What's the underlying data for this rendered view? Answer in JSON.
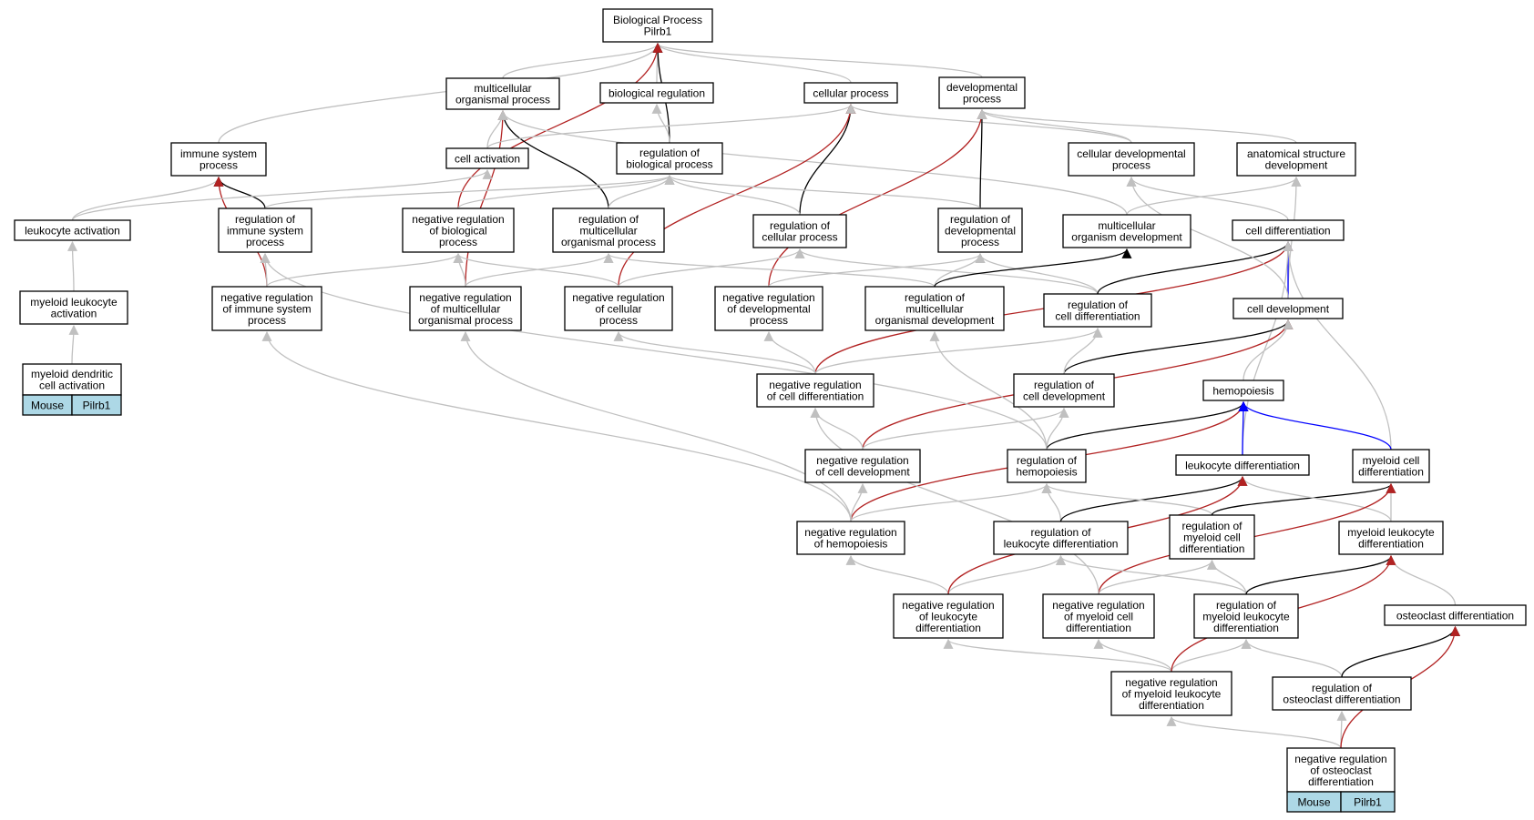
{
  "root": {
    "lines": [
      "Biological Process",
      "Pilrb1"
    ]
  },
  "terms": {
    "multicellular_organismal_process": [
      "multicellular",
      "organismal process"
    ],
    "biological_regulation": [
      "biological regulation"
    ],
    "cellular_process": [
      "cellular process"
    ],
    "developmental_process": [
      "developmental",
      "process"
    ],
    "immune_system_process": [
      "immune system",
      "process"
    ],
    "cell_activation": [
      "cell activation"
    ],
    "regulation_of_biological_process": [
      "regulation of",
      "biological process"
    ],
    "cellular_developmental_process": [
      "cellular developmental",
      "process"
    ],
    "anatomical_structure_development": [
      "anatomical structure",
      "development"
    ],
    "leukocyte_activation": [
      "leukocyte activation"
    ],
    "regulation_of_immune_system_process": [
      "regulation of",
      "immune system",
      "process"
    ],
    "negative_regulation_of_biological_process": [
      "negative regulation",
      "of biological",
      "process"
    ],
    "regulation_of_multicellular_organismal_process": [
      "regulation of",
      "multicellular",
      "organismal process"
    ],
    "regulation_of_cellular_process": [
      "regulation of",
      "cellular process"
    ],
    "regulation_of_developmental_process": [
      "regulation of",
      "developmental",
      "process"
    ],
    "multicellular_organism_development": [
      "multicellular",
      "organism development"
    ],
    "cell_differentiation": [
      "cell differentiation"
    ],
    "myeloid_leukocyte_activation": [
      "myeloid leukocyte",
      "activation"
    ],
    "negative_regulation_of_immune_system_process": [
      "negative regulation",
      "of immune system",
      "process"
    ],
    "negative_regulation_of_multicellular_organismal_process": [
      "negative regulation",
      "of multicellular",
      "organismal process"
    ],
    "negative_regulation_of_cellular_process": [
      "negative regulation",
      "of cellular",
      "process"
    ],
    "negative_regulation_of_developmental_process": [
      "negative regulation",
      "of developmental",
      "process"
    ],
    "regulation_of_multicellular_organismal_development": [
      "regulation of",
      "multicellular",
      "organismal development"
    ],
    "regulation_of_cell_differentiation": [
      "regulation of",
      "cell differentiation"
    ],
    "cell_development": [
      "cell development"
    ],
    "myeloid_dendritic_cell_activation": [
      "myeloid dendritic",
      "cell activation"
    ],
    "negative_regulation_of_cell_differentiation": [
      "negative regulation",
      "of cell differentiation"
    ],
    "regulation_of_cell_development": [
      "regulation of",
      "cell development"
    ],
    "hemopoiesis": [
      "hemopoiesis"
    ],
    "negative_regulation_of_cell_development": [
      "negative regulation",
      "of cell development"
    ],
    "regulation_of_hemopoiesis": [
      "regulation of",
      "hemopoiesis"
    ],
    "leukocyte_differentiation": [
      "leukocyte differentiation"
    ],
    "myeloid_cell_differentiation": [
      "myeloid cell",
      "differentiation"
    ],
    "negative_regulation_of_hemopoiesis": [
      "negative regulation",
      "of hemopoiesis"
    ],
    "regulation_of_leukocyte_differentiation": [
      "regulation of",
      "leukocyte differentiation"
    ],
    "regulation_of_myeloid_cell_differentiation": [
      "regulation of",
      "myeloid cell",
      "differentiation"
    ],
    "myeloid_leukocyte_differentiation": [
      "myeloid leukocyte",
      "differentiation"
    ],
    "negative_regulation_of_leukocyte_differentiation": [
      "negative regulation",
      "of leukocyte",
      "differentiation"
    ],
    "negative_regulation_of_myeloid_cell_differentiation": [
      "negative regulation",
      "of myeloid cell",
      "differentiation"
    ],
    "regulation_of_myeloid_leukocyte_differentiation": [
      "regulation of",
      "myeloid leukocyte",
      "differentiation"
    ],
    "osteoclast_differentiation": [
      "osteoclast differentiation"
    ],
    "negative_regulation_of_myeloid_leukocyte_differentiation": [
      "negative regulation",
      "of myeloid leukocyte",
      "differentiation"
    ],
    "regulation_of_osteoclast_differentiation": [
      "regulation of",
      "osteoclast differentiation"
    ],
    "negative_regulation_of_osteoclast_differentiation": [
      "negative regulation",
      "of osteoclast",
      "differentiation"
    ]
  },
  "annotations": {
    "myeloid_dendritic_cell_activation": [
      "Mouse",
      "Pilrb1"
    ],
    "negative_regulation_of_osteoclast_differentiation": [
      "Mouse",
      "Pilrb1"
    ]
  },
  "edge_colors": {
    "is_a": "#c0c0c0",
    "regulates": "#000000",
    "negatively_regulates": "#b22222",
    "part_of": "#0000ff"
  },
  "edges": [
    [
      "multicellular_organismal_process",
      "root",
      "is_a"
    ],
    [
      "biological_regulation",
      "root",
      "is_a"
    ],
    [
      "cellular_process",
      "root",
      "is_a"
    ],
    [
      "developmental_process",
      "root",
      "is_a"
    ],
    [
      "immune_system_process",
      "root",
      "is_a"
    ],
    [
      "regulation_of_biological_process",
      "root",
      "regulates"
    ],
    [
      "negative_regulation_of_biological_process",
      "root",
      "negatively_regulates"
    ],
    [
      "regulation_of_biological_process",
      "biological_regulation",
      "is_a"
    ],
    [
      "regulation_of_multicellular_organismal_process",
      "multicellular_organismal_process",
      "regulates"
    ],
    [
      "negative_regulation_of_multicellular_organismal_process",
      "multicellular_organismal_process",
      "negatively_regulates"
    ],
    [
      "cell_activation",
      "multicellular_organismal_process",
      "is_a"
    ],
    [
      "multicellular_organism_development",
      "multicellular_organismal_process",
      "is_a"
    ],
    [
      "cell_activation",
      "cellular_process",
      "is_a"
    ],
    [
      "regulation_of_cellular_process",
      "cellular_process",
      "regulates"
    ],
    [
      "negative_regulation_of_cellular_process",
      "cellular_process",
      "negatively_regulates"
    ],
    [
      "cellular_developmental_process",
      "cellular_process",
      "is_a"
    ],
    [
      "regulation_of_developmental_process",
      "developmental_process",
      "regulates"
    ],
    [
      "negative_regulation_of_developmental_process",
      "developmental_process",
      "negatively_regulates"
    ],
    [
      "cellular_developmental_process",
      "developmental_process",
      "is_a"
    ],
    [
      "anatomical_structure_development",
      "developmental_process",
      "is_a"
    ],
    [
      "leukocyte_activation",
      "immune_system_process",
      "is_a"
    ],
    [
      "regulation_of_immune_system_process",
      "immune_system_process",
      "regulates"
    ],
    [
      "negative_regulation_of_immune_system_process",
      "immune_system_process",
      "negatively_regulates"
    ],
    [
      "leukocyte_activation",
      "cell_activation",
      "is_a"
    ],
    [
      "regulation_of_immune_system_process",
      "regulation_of_biological_process",
      "is_a"
    ],
    [
      "negative_regulation_of_biological_process",
      "regulation_of_biological_process",
      "is_a"
    ],
    [
      "regulation_of_multicellular_organismal_process",
      "regulation_of_biological_process",
      "is_a"
    ],
    [
      "regulation_of_cellular_process",
      "regulation_of_biological_process",
      "is_a"
    ],
    [
      "regulation_of_developmental_process",
      "regulation_of_biological_process",
      "is_a"
    ],
    [
      "cell_differentiation",
      "cellular_developmental_process",
      "is_a"
    ],
    [
      "multicellular_organism_development",
      "anatomical_structure_development",
      "is_a"
    ],
    [
      "cell_development",
      "anatomical_structure_development",
      "is_a"
    ],
    [
      "myeloid_leukocyte_activation",
      "leukocyte_activation",
      "is_a"
    ],
    [
      "myeloid_dendritic_cell_activation",
      "myeloid_leukocyte_activation",
      "is_a"
    ],
    [
      "negative_regulation_of_immune_system_process",
      "regulation_of_immune_system_process",
      "is_a"
    ],
    [
      "negative_regulation_of_immune_system_process",
      "negative_regulation_of_biological_process",
      "is_a"
    ],
    [
      "negative_regulation_of_multicellular_organismal_process",
      "negative_regulation_of_biological_process",
      "is_a"
    ],
    [
      "negative_regulation_of_cellular_process",
      "negative_regulation_of_biological_process",
      "is_a"
    ],
    [
      "negative_regulation_of_multicellular_organismal_process",
      "regulation_of_multicellular_organismal_process",
      "is_a"
    ],
    [
      "regulation_of_multicellular_organismal_development",
      "regulation_of_multicellular_organismal_process",
      "is_a"
    ],
    [
      "negative_regulation_of_cellular_process",
      "regulation_of_cellular_process",
      "is_a"
    ],
    [
      "regulation_of_cell_differentiation",
      "regulation_of_cellular_process",
      "is_a"
    ],
    [
      "negative_regulation_of_developmental_process",
      "regulation_of_developmental_process",
      "is_a"
    ],
    [
      "regulation_of_multicellular_organismal_development",
      "regulation_of_developmental_process",
      "is_a"
    ],
    [
      "regulation_of_cell_differentiation",
      "regulation_of_developmental_process",
      "is_a"
    ],
    [
      "regulation_of_multicellular_organismal_development",
      "multicellular_organism_development",
      "regulates"
    ],
    [
      "cell_development",
      "cell_differentiation",
      "part_of"
    ],
    [
      "regulation_of_cell_differentiation",
      "cell_differentiation",
      "regulates"
    ],
    [
      "negative_regulation_of_cell_differentiation",
      "cell_differentiation",
      "negatively_regulates"
    ],
    [
      "leukocyte_differentiation",
      "cell_differentiation",
      "is_a"
    ],
    [
      "myeloid_cell_differentiation",
      "cell_differentiation",
      "is_a"
    ],
    [
      "cell_development",
      "cellular_developmental_process",
      "is_a"
    ],
    [
      "regulation_of_cell_development",
      "cell_development",
      "regulates"
    ],
    [
      "negative_regulation_of_cell_development",
      "cell_development",
      "negatively_regulates"
    ],
    [
      "hemopoiesis",
      "cell_development",
      "is_a"
    ],
    [
      "negative_regulation_of_cell_differentiation",
      "regulation_of_cell_differentiation",
      "is_a"
    ],
    [
      "negative_regulation_of_cell_differentiation",
      "negative_regulation_of_cellular_process",
      "is_a"
    ],
    [
      "negative_regulation_of_cell_differentiation",
      "negative_regulation_of_developmental_process",
      "is_a"
    ],
    [
      "regulation_of_cell_development",
      "regulation_of_cell_differentiation",
      "is_a"
    ],
    [
      "negative_regulation_of_cell_development",
      "negative_regulation_of_cell_differentiation",
      "is_a"
    ],
    [
      "negative_regulation_of_cell_development",
      "regulation_of_cell_development",
      "is_a"
    ],
    [
      "regulation_of_hemopoiesis",
      "regulation_of_cell_development",
      "is_a"
    ],
    [
      "regulation_of_hemopoiesis",
      "hemopoiesis",
      "regulates"
    ],
    [
      "negative_regulation_of_hemopoiesis",
      "hemopoiesis",
      "negatively_regulates"
    ],
    [
      "leukocyte_differentiation",
      "hemopoiesis",
      "part_of"
    ],
    [
      "myeloid_cell_differentiation",
      "hemopoiesis",
      "part_of"
    ],
    [
      "regulation_of_hemopoiesis",
      "regulation_of_multicellular_organismal_development",
      "is_a"
    ],
    [
      "regulation_of_hemopoiesis",
      "regulation_of_immune_system_process",
      "is_a"
    ],
    [
      "negative_regulation_of_hemopoiesis",
      "regulation_of_hemopoiesis",
      "is_a"
    ],
    [
      "negative_regulation_of_hemopoiesis",
      "negative_regulation_of_cell_development",
      "is_a"
    ],
    [
      "negative_regulation_of_hemopoiesis",
      "negative_regulation_of_immune_system_process",
      "is_a"
    ],
    [
      "negative_regulation_of_hemopoiesis",
      "negative_regulation_of_multicellular_organismal_process",
      "is_a"
    ],
    [
      "regulation_of_leukocyte_differentiation",
      "regulation_of_hemopoiesis",
      "is_a"
    ],
    [
      "regulation_of_leukocyte_differentiation",
      "leukocyte_differentiation",
      "regulates"
    ],
    [
      "regulation_of_myeloid_cell_differentiation",
      "regulation_of_hemopoiesis",
      "is_a"
    ],
    [
      "regulation_of_myeloid_cell_differentiation",
      "myeloid_cell_differentiation",
      "regulates"
    ],
    [
      "myeloid_leukocyte_differentiation",
      "leukocyte_differentiation",
      "is_a"
    ],
    [
      "myeloid_leukocyte_differentiation",
      "myeloid_cell_differentiation",
      "is_a"
    ],
    [
      "negative_regulation_of_leukocyte_differentiation",
      "regulation_of_leukocyte_differentiation",
      "is_a"
    ],
    [
      "negative_regulation_of_leukocyte_differentiation",
      "negative_regulation_of_hemopoiesis",
      "is_a"
    ],
    [
      "negative_regulation_of_leukocyte_differentiation",
      "leukocyte_differentiation",
      "negatively_regulates"
    ],
    [
      "negative_regulation_of_myeloid_cell_differentiation",
      "regulation_of_myeloid_cell_differentiation",
      "is_a"
    ],
    [
      "negative_regulation_of_myeloid_cell_differentiation",
      "myeloid_cell_differentiation",
      "negatively_regulates"
    ],
    [
      "negative_regulation_of_myeloid_cell_differentiation",
      "negative_regulation_of_cell_differentiation",
      "is_a"
    ],
    [
      "regulation_of_myeloid_leukocyte_differentiation",
      "regulation_of_leukocyte_differentiation",
      "is_a"
    ],
    [
      "regulation_of_myeloid_leukocyte_differentiation",
      "regulation_of_myeloid_cell_differentiation",
      "is_a"
    ],
    [
      "regulation_of_myeloid_leukocyte_differentiation",
      "myeloid_leukocyte_differentiation",
      "regulates"
    ],
    [
      "osteoclast_differentiation",
      "myeloid_leukocyte_differentiation",
      "is_a"
    ],
    [
      "negative_regulation_of_myeloid_leukocyte_differentiation",
      "negative_regulation_of_leukocyte_differentiation",
      "is_a"
    ],
    [
      "negative_regulation_of_myeloid_leukocyte_differentiation",
      "negative_regulation_of_myeloid_cell_differentiation",
      "is_a"
    ],
    [
      "negative_regulation_of_myeloid_leukocyte_differentiation",
      "regulation_of_myeloid_leukocyte_differentiation",
      "is_a"
    ],
    [
      "negative_regulation_of_myeloid_leukocyte_differentiation",
      "myeloid_leukocyte_differentiation",
      "negatively_regulates"
    ],
    [
      "regulation_of_osteoclast_differentiation",
      "regulation_of_myeloid_leukocyte_differentiation",
      "is_a"
    ],
    [
      "regulation_of_osteoclast_differentiation",
      "osteoclast_differentiation",
      "regulates"
    ],
    [
      "negative_regulation_of_osteoclast_differentiation",
      "regulation_of_osteoclast_differentiation",
      "is_a"
    ],
    [
      "negative_regulation_of_osteoclast_differentiation",
      "negative_regulation_of_myeloid_leukocyte_differentiation",
      "is_a"
    ],
    [
      "negative_regulation_of_osteoclast_differentiation",
      "osteoclast_differentiation",
      "negatively_regulates"
    ]
  ]
}
